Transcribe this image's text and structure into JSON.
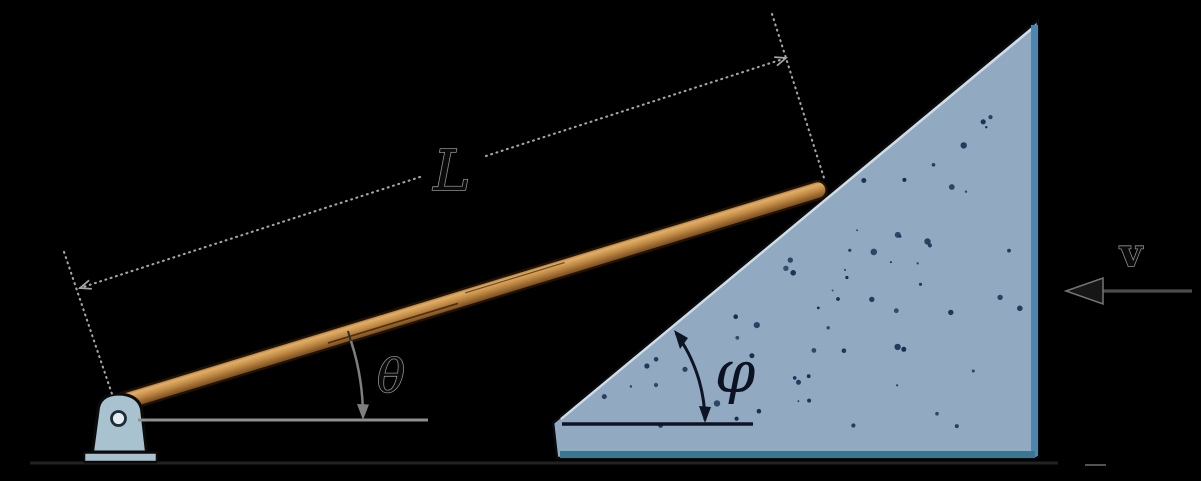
{
  "labels": {
    "length": "L",
    "rod_angle": "θ",
    "incline_angle": "φ",
    "velocity": "v"
  },
  "colors": {
    "background": "#000000",
    "rod_edge_top": "#9a6a30",
    "rod_light": "#e2ae67",
    "rod_mid": "#c28c46",
    "rod_dark": "#71451a",
    "rod_outline": "#201305",
    "wedge_fill": "#92a9c2",
    "wedge_highlight": "#cfdde9",
    "wedge_edge_right": "#4e86ae",
    "wedge_edge_bottom": "#3c7590",
    "wedge_speckle": "#142a4e",
    "support_fill": "#a9c2cf",
    "pin_fill": "#e3ecf1",
    "dimension_line": "#a6a6a6",
    "reference_line": "#8e8e8e",
    "annotation_dark": "#0d1525",
    "velocity_shaft": "#4c4c4c"
  }
}
